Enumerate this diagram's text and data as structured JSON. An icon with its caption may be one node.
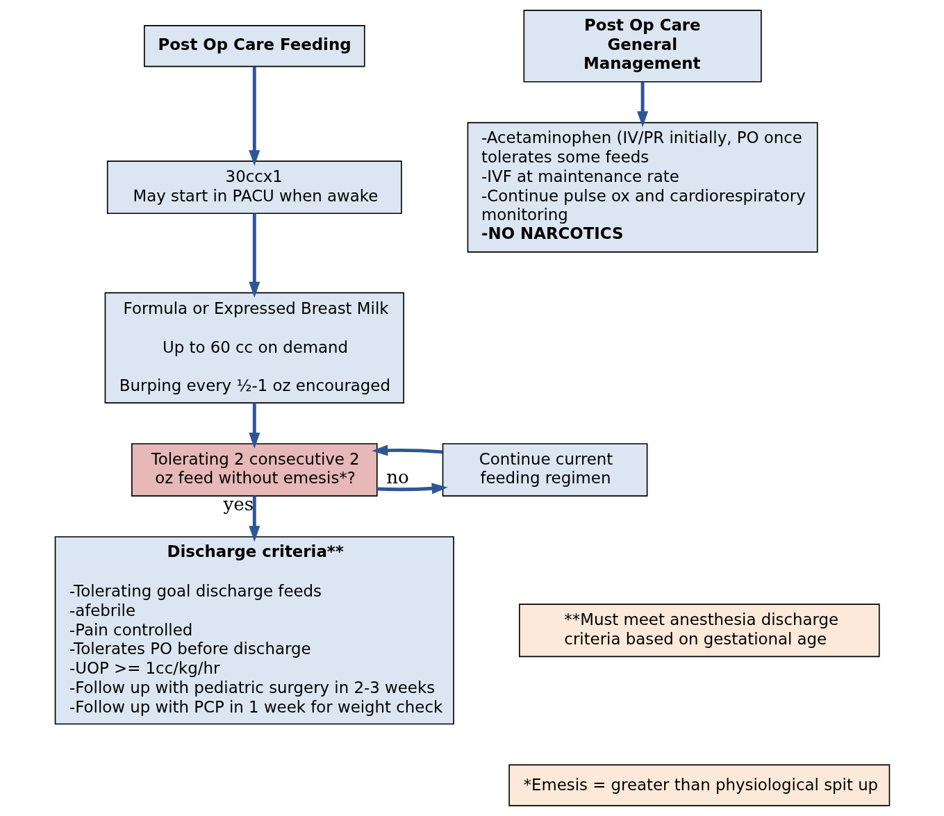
{
  "diagram": {
    "nodes": [
      {
        "text": [
          "Post Op Care Feeding"
        ]
      },
      {
        "text": [
          "30ccx1",
          "May start in PACU when awake"
        ]
      },
      {
        "text": [
          "Formula or Expressed Breast Milk",
          "Up to 60 cc on demand",
          "Burping every ½-1 oz encouraged"
        ]
      },
      {
        "text": [
          "Tolerating 2 consecutive 2 oz feed without emesis*?"
        ]
      },
      {
        "text": [
          "Continue current feeding regimen"
        ]
      },
      {
        "text": [
          "Discharge criteria**",
          "-Tolerating goal discharge feeds",
          "-afebrile",
          "-Pain controlled",
          "-Tolerates PO before discharge",
          "-UOP >= 1cc/kg/hr",
          "-Follow up with pediatric surgery in 2-3 weeks",
          "-Follow up with PCP in 1 week for weight check"
        ]
      },
      {
        "text": [
          "Post Op Care General Management"
        ]
      },
      {
        "text": [
          "-Acetaminophen (IV/PR initially, PO once tolerates some feeds",
          "-IVF at maintenance rate",
          "-Continue pulse ox and cardiorespiratory monitoring",
          "-NO NARCOTICS"
        ]
      },
      {
        "text": [
          "**Must meet anesthesia discharge criteria based on gestational age"
        ]
      },
      {
        "text": [
          "*Emesis = greater than physiological spit up"
        ]
      }
    ],
    "edges": [
      {
        "from": 0,
        "to": 1,
        "arrow": "to"
      },
      {
        "from": 1,
        "to": 2,
        "arrow": "to"
      },
      {
        "from": 2,
        "to": 3,
        "arrow": "to"
      },
      {
        "from": 3,
        "to": 4,
        "arrow": "to",
        "label": "no"
      },
      {
        "from": 4,
        "to": 3,
        "arrow": "to"
      },
      {
        "from": 3,
        "to": 5,
        "arrow": "to",
        "label": "yes"
      },
      {
        "from": 6,
        "to": 7,
        "arrow": "to"
      }
    ]
  }
}
